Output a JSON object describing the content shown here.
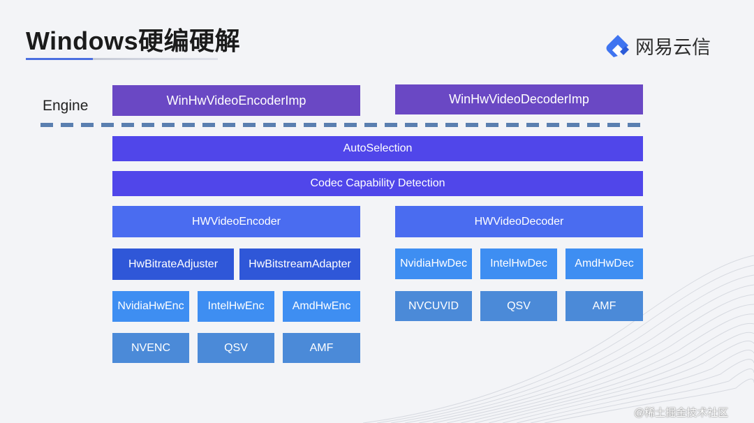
{
  "slide": {
    "title": "Windows硬编硬解",
    "logo_text": "网易云信",
    "engine_label": "Engine",
    "watermark": "@稀土掘金技术社区"
  },
  "diagram": {
    "engine_layer": {
      "encoder_impl": "WinHwVideoEncoderImp",
      "decoder_impl": "WinHwVideoDecoderImp"
    },
    "auto_selection": "AutoSelection",
    "capability_detection": "Codec Capability Detection",
    "encoder": {
      "title": "HWVideoEncoder",
      "helpers": [
        "HwBitrateAdjuster",
        "HwBitstreamAdapter"
      ],
      "vendors": [
        "NvidiaHwEnc",
        "IntelHwEnc",
        "AmdHwEnc"
      ],
      "sdks": [
        "NVENC",
        "QSV",
        "AMF"
      ]
    },
    "decoder": {
      "title": "HWVideoDecoder",
      "vendors": [
        "NvidiaHwDec",
        "IntelHwDec",
        "AmdHwDec"
      ],
      "sdks": [
        "NVCUVID",
        "QSV",
        "AMF"
      ]
    }
  },
  "colors": {
    "engine_purple": "#6a48c4",
    "shared_violet": "#5046ea",
    "codec_blue": "#4a6cf0",
    "helper_blue": "#2f57d8",
    "vendor_blue": "#3e8ef2",
    "sdk_blue": "#4b8ad8",
    "accent": "#4a6fe0"
  }
}
